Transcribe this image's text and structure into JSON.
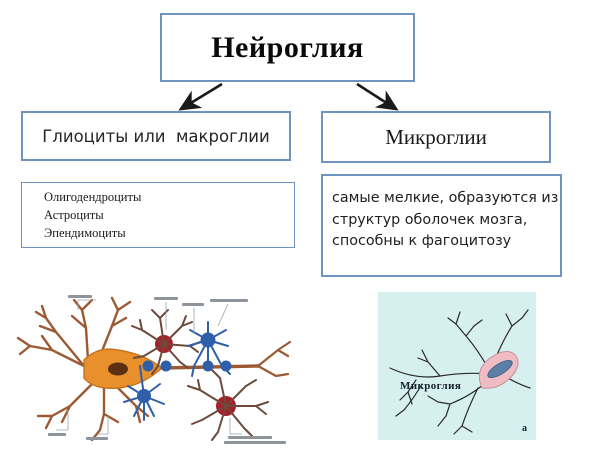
{
  "slide": {
    "title": "Нейроглия",
    "background_color": "#ffffff",
    "box_border_color": "#6f93bf",
    "arrow_color": "#1a1a1a"
  },
  "title_box": {
    "label": "Нейроглия"
  },
  "branches": {
    "left": {
      "heading": "Глиоциты или  макроглии",
      "items": [
        "Олигодендроциты",
        "Астроциты",
        "Эпендимоциты"
      ]
    },
    "right": {
      "heading": "Микроглии",
      "description": "самые мелкие, образуются из\nструктур оболочек мозга,\nспособны к  фагоцитозу"
    }
  },
  "arrows": [
    {
      "name": "arrow-to-macroglia",
      "direction": "down-left"
    },
    {
      "name": "arrow-to-microglia",
      "direction": "down-right"
    }
  ],
  "illustrations": {
    "neuron": {
      "caption": "",
      "colors": {
        "soma": "#e8912c",
        "astrocyte": "#a61f2b",
        "oligodendrocyte": "#2f5fa8",
        "axon": "#9c5a33"
      }
    },
    "microglia": {
      "label": "Микроглия",
      "corner_letter": "а",
      "background_color": "#d6f0f0",
      "cell_color": "#f0bcc4"
    }
  }
}
